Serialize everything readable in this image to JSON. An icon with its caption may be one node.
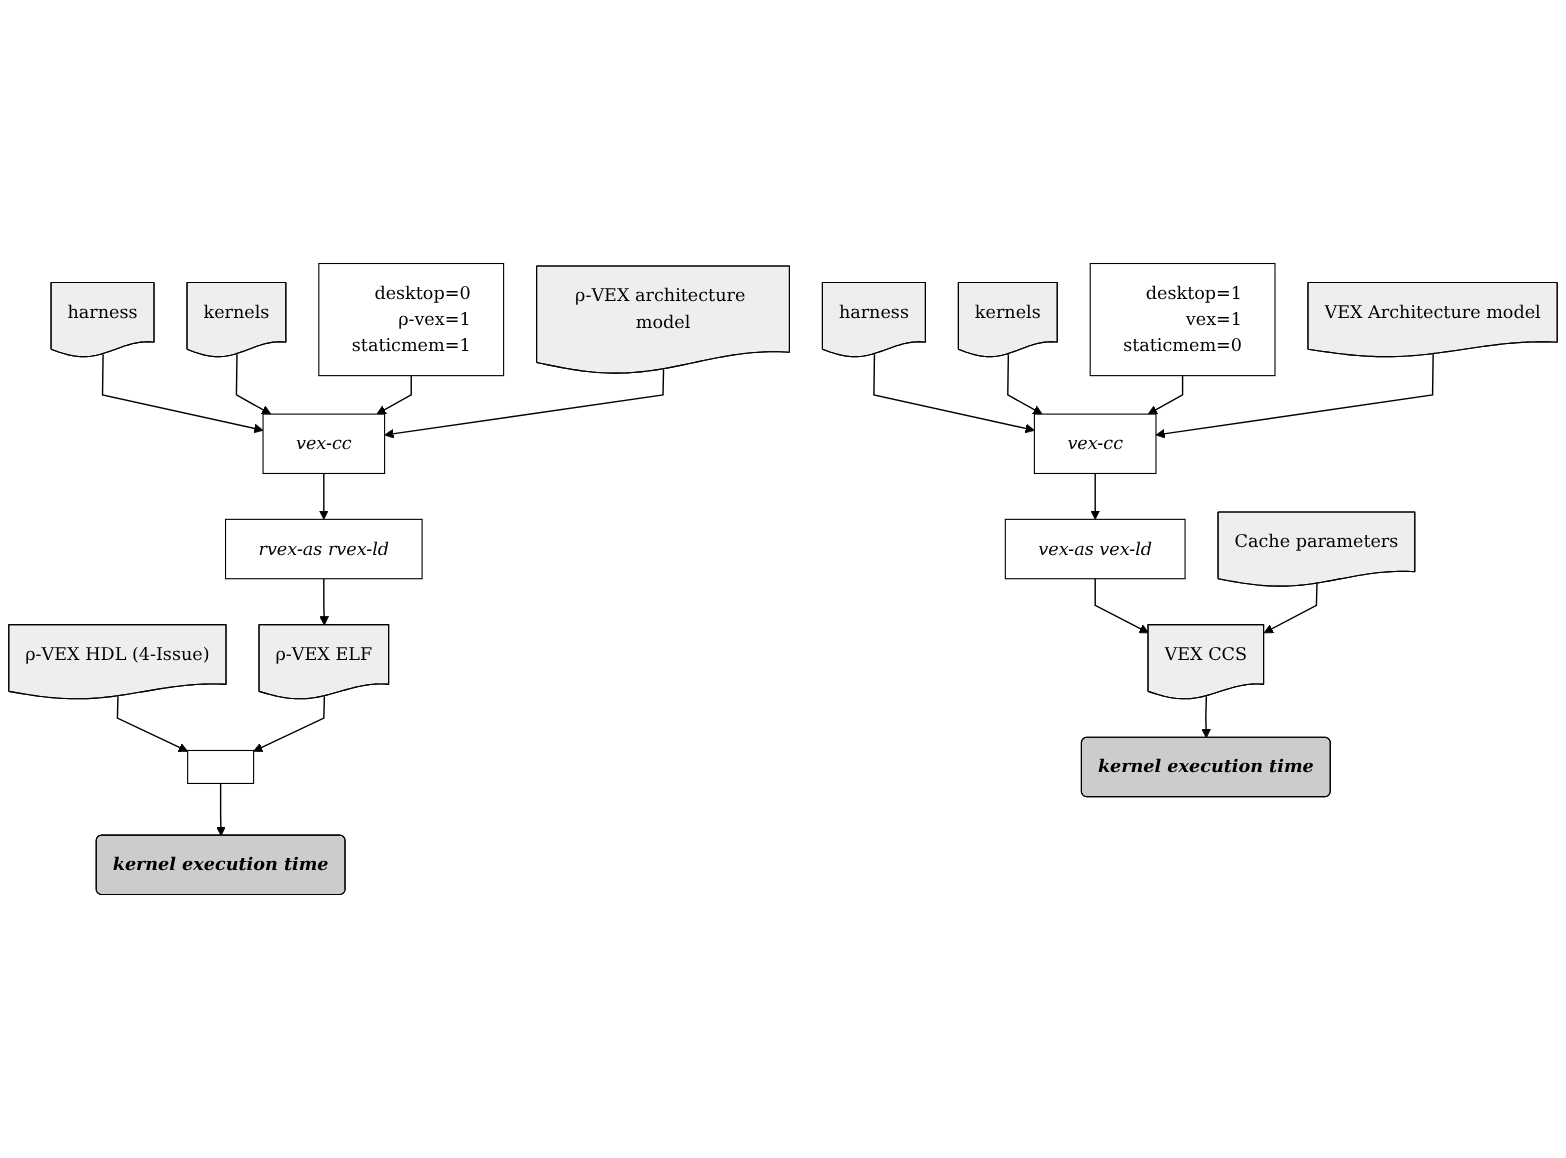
{
  "diagram": {
    "nodes": [
      {
        "text": [
          "harness"
        ]
      },
      {
        "text": [
          "kernels"
        ]
      },
      {
        "text": [
          "harness"
        ]
      },
      {
        "text": [
          "kernels"
        ]
      },
      {
        "text": [
          "desktop=0",
          "ρ-vex=1",
          "staticmem=1"
        ]
      },
      {
        "text": [
          "vex-cc"
        ]
      },
      {
        "text": [
          "vex-cc"
        ]
      },
      {
        "text": [
          "desktop=1",
          "vex=1",
          "staticmem=0"
        ]
      },
      {
        "text": [
          "ρ-VEX architecture model"
        ]
      },
      {
        "text": [
          "rvex-as rvex-ld"
        ]
      },
      {
        "text": [
          "vex-as vex-ld"
        ]
      },
      {
        "text": [
          "VEX Architecture model"
        ]
      },
      {
        "text": [
          "ρ-VEX HDL (4-Issue)"
        ]
      },
      {
        "text": [
          "ρ-VEX ELF"
        ]
      },
      {
        "text": [
          "Cache parameters"
        ]
      },
      {
        "text": [],
        "shape": "box"
      },
      {
        "text": [
          "VEX CCS"
        ]
      },
      {
        "text": [
          "kernel execution time"
        ]
      },
      {
        "text": [
          "kernel execution time"
        ]
      }
    ],
    "edges": [
      {
        "from": 0,
        "to": 5,
        "arrow": "to"
      },
      {
        "from": 1,
        "to": 5,
        "arrow": "to"
      },
      {
        "from": 4,
        "to": 5,
        "arrow": "to"
      },
      {
        "from": 8,
        "to": 5,
        "arrow": "to"
      },
      {
        "from": 5,
        "to": 9,
        "arrow": "to"
      },
      {
        "from": 9,
        "to": 13,
        "arrow": "to"
      },
      {
        "from": 12,
        "to": 15,
        "arrow": "to"
      },
      {
        "from": 13,
        "to": 15,
        "arrow": "to"
      },
      {
        "from": 15,
        "to": 17,
        "arrow": "to"
      },
      {
        "from": 2,
        "to": 6,
        "arrow": "to"
      },
      {
        "from": 3,
        "to": 6,
        "arrow": "to"
      },
      {
        "from": 7,
        "to": 6,
        "arrow": "to"
      },
      {
        "from": 11,
        "to": 6,
        "arrow": "to"
      },
      {
        "from": 6,
        "to": 10,
        "arrow": "to"
      },
      {
        "from": 10,
        "to": 16,
        "arrow": "to"
      },
      {
        "from": 14,
        "to": 16,
        "arrow": "to"
      },
      {
        "from": 16,
        "to": 18,
        "arrow": "to"
      }
    ]
  }
}
